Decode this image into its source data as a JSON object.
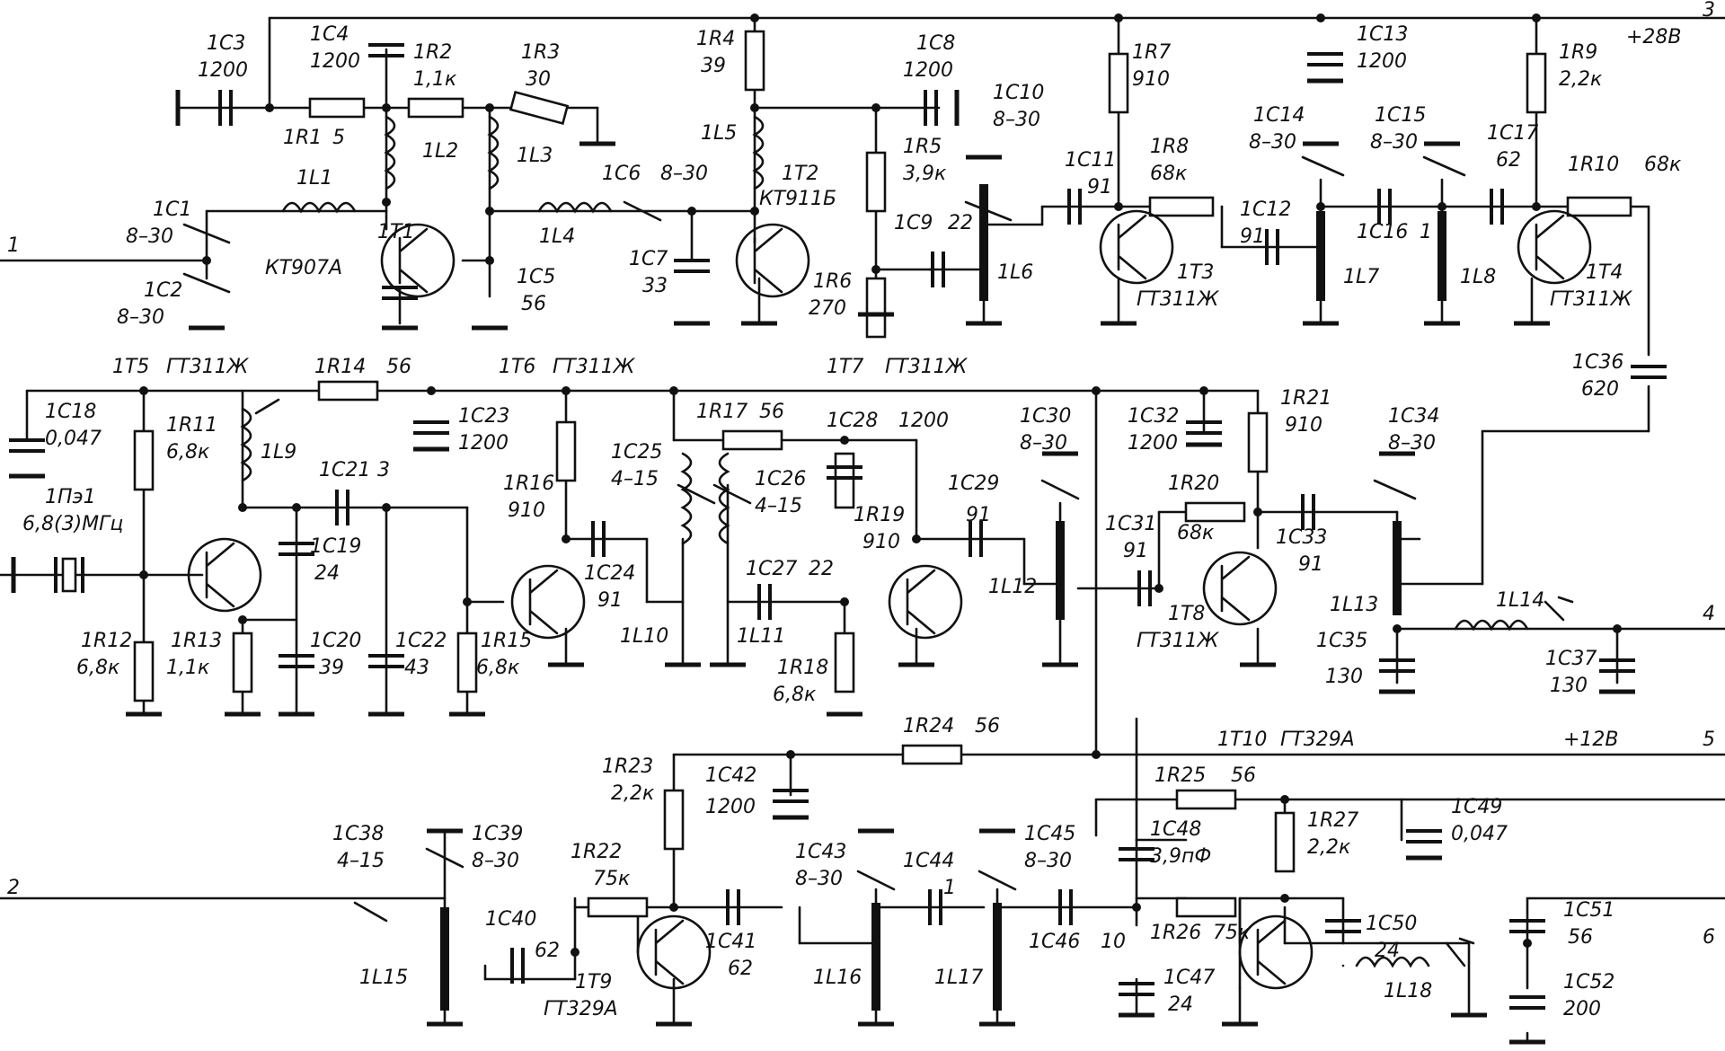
{
  "ports": [
    "1",
    "2",
    "3",
    "4",
    "5",
    "6"
  ],
  "supply_labels": {
    "p28": "+28В",
    "p12": "+12В"
  },
  "components": [
    [
      "1C3",
      "1200"
    ],
    [
      "1C4",
      "1200"
    ],
    [
      "1R2",
      "1,1к"
    ],
    [
      "1R3",
      "30"
    ],
    [
      "1R1",
      "5"
    ],
    [
      "1L2",
      ""
    ],
    [
      "1L3",
      ""
    ],
    [
      "1L1",
      ""
    ],
    [
      "1C1",
      "8–30"
    ],
    [
      "1C2",
      "8–30"
    ],
    [
      "1T1",
      "КТ907А"
    ],
    [
      "1C5",
      "56"
    ],
    [
      "1L4",
      ""
    ],
    [
      "1C6",
      "8–30"
    ],
    [
      "1C7",
      "33"
    ],
    [
      "1R4",
      "39"
    ],
    [
      "1L5",
      ""
    ],
    [
      "1T2",
      "КТ911Б"
    ],
    [
      "1C8",
      "1200"
    ],
    [
      "1R5",
      "3,9к"
    ],
    [
      "1R6",
      "270"
    ],
    [
      "1C9",
      "22"
    ],
    [
      "1C10",
      "8–30"
    ],
    [
      "1L6",
      ""
    ],
    [
      "1R7",
      "910"
    ],
    [
      "1C11",
      "91"
    ],
    [
      "1R8",
      "68к"
    ],
    [
      "1T3",
      "ГТ311Ж"
    ],
    [
      "1C12",
      "91"
    ],
    [
      "1C13",
      "1200"
    ],
    [
      "1C14",
      "8–30"
    ],
    [
      "1L7",
      ""
    ],
    [
      "1C15",
      "8–30"
    ],
    [
      "1C16",
      "1"
    ],
    [
      "1L8",
      ""
    ],
    [
      "1R9",
      "2,2к"
    ],
    [
      "1C17",
      "62"
    ],
    [
      "1R10",
      "68к"
    ],
    [
      "1T4",
      "ГТ311Ж"
    ],
    [
      "1C36",
      "620"
    ],
    [
      "1T5",
      "ГТ311Ж"
    ],
    [
      "1C18",
      "0,047"
    ],
    [
      "1R11",
      "6,8к"
    ],
    [
      "1L9",
      ""
    ],
    [
      "1R14",
      "56"
    ],
    [
      "1C23",
      "1200"
    ],
    [
      "1T6",
      "ГТ311Ж"
    ],
    [
      "1C21",
      "3"
    ],
    [
      "1Пэ1",
      "6,8(3)МГц"
    ],
    [
      "1C19",
      "24"
    ],
    [
      "1C20",
      "39"
    ],
    [
      "1C22",
      "43"
    ],
    [
      "1R12",
      "6,8к"
    ],
    [
      "1R13",
      "1,1к"
    ],
    [
      "1R15",
      "6,8к"
    ],
    [
      "1R16",
      "910"
    ],
    [
      "1C24",
      "91"
    ],
    [
      "1C25",
      "4–15"
    ],
    [
      "1L10",
      ""
    ],
    [
      "1R17",
      "56"
    ],
    [
      "1C26",
      "4–15"
    ],
    [
      "1L11",
      ""
    ],
    [
      "1C27",
      "22"
    ],
    [
      "1R18",
      "6,8к"
    ],
    [
      "1T7",
      "ГТ311Ж"
    ],
    [
      "1C28",
      "1200"
    ],
    [
      "1R19",
      "910"
    ],
    [
      "1C29",
      "91"
    ],
    [
      "1C30",
      "8–30"
    ],
    [
      "1L12",
      ""
    ],
    [
      "1C32",
      "1200"
    ],
    [
      "1R21",
      "910"
    ],
    [
      "1R20",
      "68к"
    ],
    [
      "1C31",
      "91"
    ],
    [
      "1T8",
      "ГТ311Ж"
    ],
    [
      "1C33",
      "91"
    ],
    [
      "1C34",
      "8–30"
    ],
    [
      "1L13",
      ""
    ],
    [
      "1C35",
      "130"
    ],
    [
      "1L14",
      ""
    ],
    [
      "1C37",
      "130"
    ],
    [
      "1R24",
      "56"
    ],
    [
      "1T10",
      "ГТ329А"
    ],
    [
      "1R23",
      "2,2к"
    ],
    [
      "1C42",
      "1200"
    ],
    [
      "1R25",
      "56"
    ],
    [
      "1C49",
      "0,047"
    ],
    [
      "1C48",
      "3,9пФ"
    ],
    [
      "1R27",
      "2,2к"
    ],
    [
      "1C38",
      "4–15"
    ],
    [
      "1C39",
      "8–30"
    ],
    [
      "1R22",
      "75к"
    ],
    [
      "1C43",
      "8–30"
    ],
    [
      "1C44",
      "1"
    ],
    [
      "1C45",
      "8–30"
    ],
    [
      "1C40",
      "62"
    ],
    [
      "1C41",
      "62"
    ],
    [
      "1C46",
      "10"
    ],
    [
      "1R26",
      "75к"
    ],
    [
      "1C50",
      "24"
    ],
    [
      "1C51",
      "56"
    ],
    [
      "1L15",
      ""
    ],
    [
      "1T9",
      "ГТ329А"
    ],
    [
      "1L16",
      ""
    ],
    [
      "1L17",
      ""
    ],
    [
      "1C47",
      "24"
    ],
    [
      "1L18",
      ""
    ],
    [
      "1C52",
      "200"
    ]
  ]
}
